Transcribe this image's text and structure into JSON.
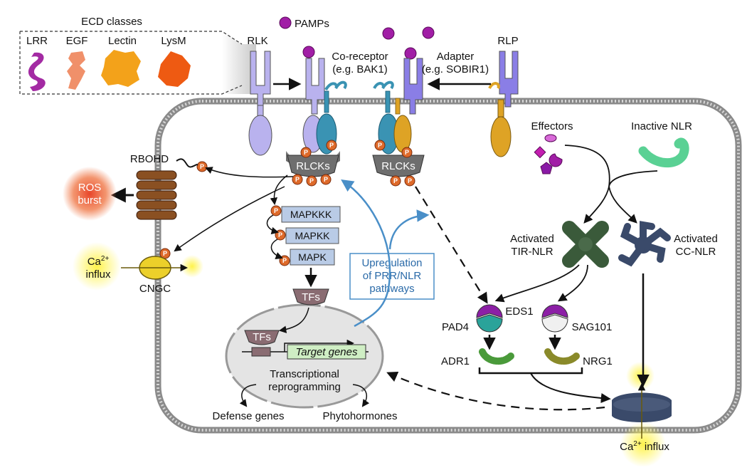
{
  "ecd": {
    "title": "ECD classes",
    "classes": [
      "LRR",
      "EGF",
      "Lectin",
      "LysM"
    ]
  },
  "receptors": {
    "pamps": "PAMPs",
    "rlk": "RLK",
    "rlp": "RLP",
    "coreceptor_line1": "Co-receptor",
    "coreceptor_line2": "(e.g. BAK1)",
    "adapter_line1": "Adapter",
    "adapter_line2": "(e.g. SOBIR1)"
  },
  "rlcks": {
    "left": "RLCKs",
    "right": "RLCKs"
  },
  "phospho": "P",
  "ros": {
    "rbohd": "RBOHD",
    "burst_line1": "ROS",
    "burst_line2": "burst"
  },
  "calcium": {
    "ca_left": "Ca",
    "ca_left_sup": "2+",
    "influx_left": "influx",
    "cngc": "CNGC",
    "ca_right": "Ca",
    "ca_right_sup": "2+",
    "influx_right": " influx"
  },
  "mapk": {
    "mapkkk": "MAPKKK",
    "mapkk": "MAPKK",
    "mapk": "MAPK"
  },
  "nucleus": {
    "tfs_top": "TFs",
    "tfs_inner": "TFs",
    "target_genes": "Target genes",
    "reprog_line1": "Transcriptional",
    "reprog_line2": "reprogramming",
    "defense": "Defense genes",
    "phytohormones": "Phytohormones"
  },
  "upregulation": {
    "line1": "Upregulation",
    "line2": "of PRR/NLR",
    "line3": "pathways"
  },
  "nlr": {
    "effectors": "Effectors",
    "inactive": "Inactive NLR",
    "activated_tir_line1": "Activated",
    "activated_tir_line2": "TIR-NLR",
    "activated_cc_line1": "Activated",
    "activated_cc_line2": "CC-NLR",
    "eds1": "EDS1",
    "pad4": "PAD4",
    "sag101": "SAG101",
    "adr1": "ADR1",
    "nrg1": "NRG1"
  },
  "colors": {
    "membrane": "#9a9a9a",
    "rlk_purple": "#b9b2ee",
    "coreceptor_teal": "#3a93b3",
    "rlp_orange": "#dea325",
    "rlck_gray": "#6e6e6e",
    "phospho_orange": "#de6a2a",
    "rbohd_brown": "#8a5022",
    "mapk_blue": "#b9cbe6",
    "tfs_mauve": "#8a6c72",
    "nucleus_gray": "#e4e4e4",
    "target_green": "#cfeec4",
    "upreg_blue": "#4a8fc8",
    "eds1_purple": "#8c1fa6",
    "pad4_teal": "#2aa39a",
    "adr1_green": "#4a9a3a",
    "nrg1_olive": "#8a8a2a",
    "inactive_nlr": "#5ad194",
    "tir_nlr": "#3a5a3a",
    "cc_nlr": "#3a4a6a",
    "pamp_purple": "#a11ea6",
    "ros_red": "#e84a2a",
    "ca_yellow": "#f3e43a"
  }
}
